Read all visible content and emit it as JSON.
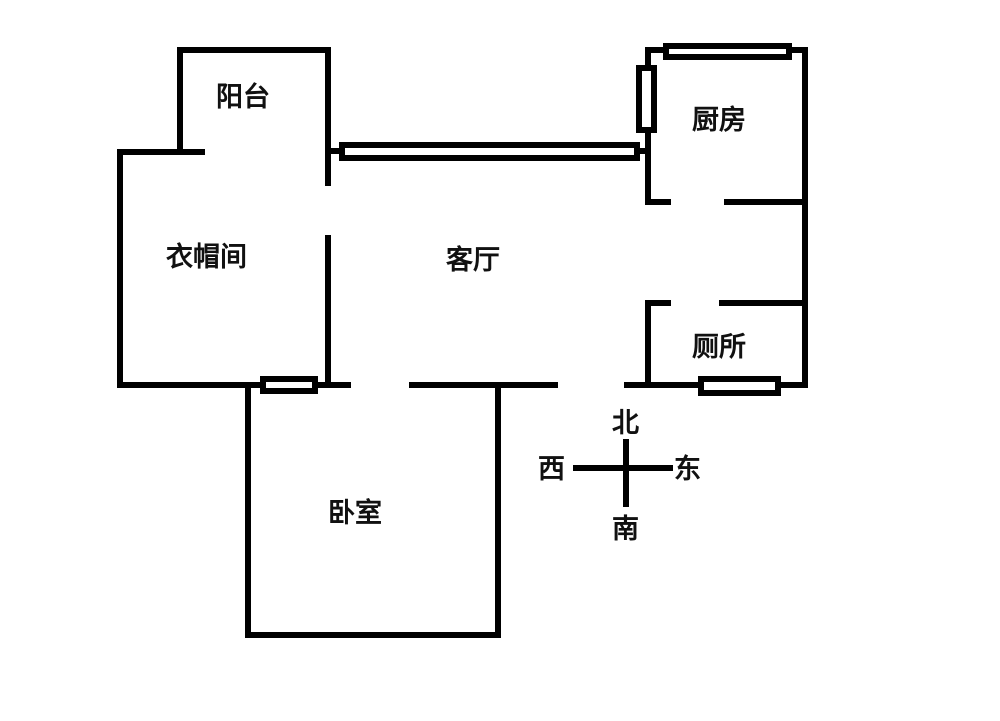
{
  "rooms": {
    "balcony": "阳台",
    "cloakroom": "衣帽间",
    "living_room": "客厅",
    "kitchen": "厨房",
    "toilet": "厕所",
    "bedroom": "卧室"
  },
  "compass": {
    "north": "北",
    "south": "南",
    "east": "东",
    "west": "西"
  }
}
